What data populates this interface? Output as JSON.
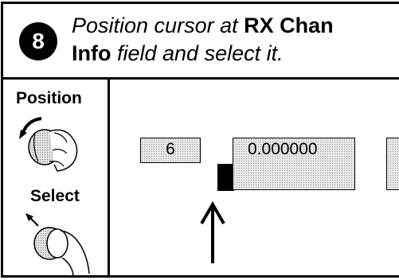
{
  "step": {
    "number": "8"
  },
  "instruction": {
    "line1_prefix": "Position cursor at ",
    "field_name_part1": "RX Chan",
    "field_name_part2": "Info",
    "line2_suffix": "  field and select it."
  },
  "controls": {
    "position_label": "Position",
    "select_label": "Select"
  },
  "fields": {
    "channel_value": "6",
    "info_value": "0.000000"
  },
  "icons": {
    "position_knob": "knob-rotate-icon",
    "select_knob": "knob-press-icon",
    "pointer_arrow": "up-arrow-icon"
  }
}
